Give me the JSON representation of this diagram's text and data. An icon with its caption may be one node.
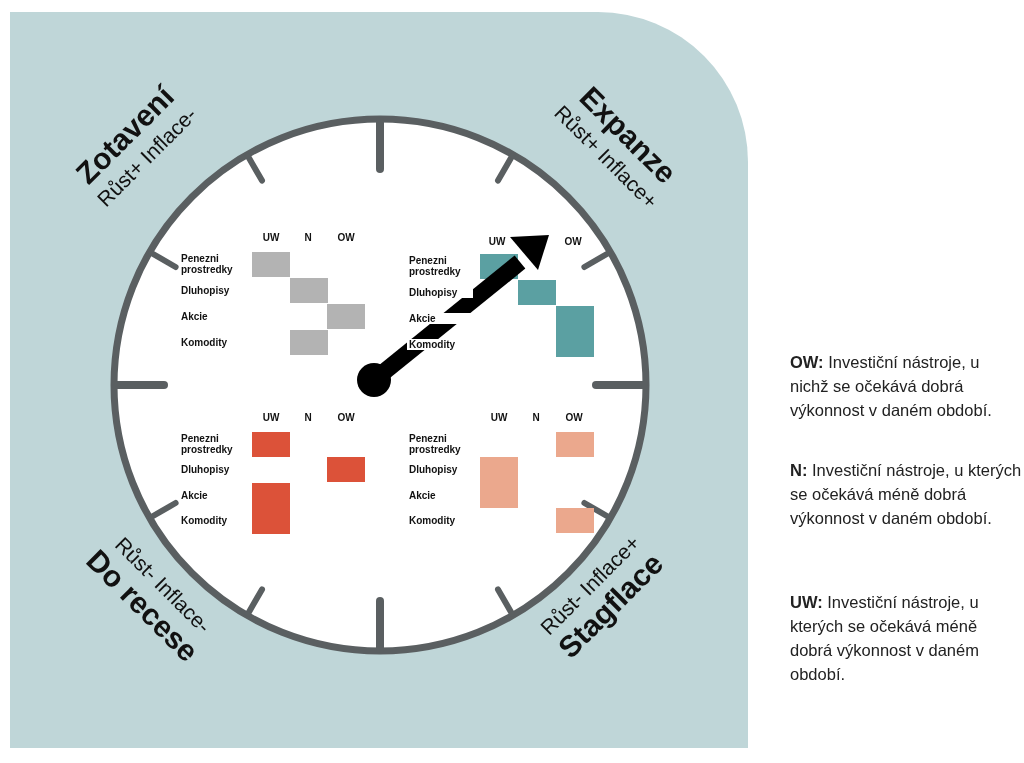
{
  "diagram": {
    "labels": [
      "Zotavení",
      "Růst+ Inflace-",
      "UW",
      "N",
      "OW",
      "Penezni prostredky",
      "Dluhopisy",
      "Akcie",
      "Komodity",
      "Expanze",
      "Růst+ Inflace+",
      "UW",
      "OW",
      "Penezni prostredky",
      "Dluhopisy",
      "Akcie",
      "Komodity",
      "Růst- Inflace-",
      "Do recese",
      "UW",
      "N",
      "OW",
      "Penezni prostredky",
      "Dluhopisy",
      "Akcie",
      "Komodity",
      "Růst- Inflace+",
      "Stagflace",
      "UW",
      "N",
      "OW",
      "Penezni prostredky",
      "Dluhopisy",
      "Akcie",
      "Komodity",
      "**OW:** Investiční nástroje, u nichž se očekává dobrá výkonnost v daném období.",
      "**N:** Investiční nástroje, u kterých se očekává méně dobrá výkonnost v daném období.",
      "**UW:** Investiční nástroje, u kterých se očekává méně dobrá výkonnost v daném období."
    ]
  }
}
